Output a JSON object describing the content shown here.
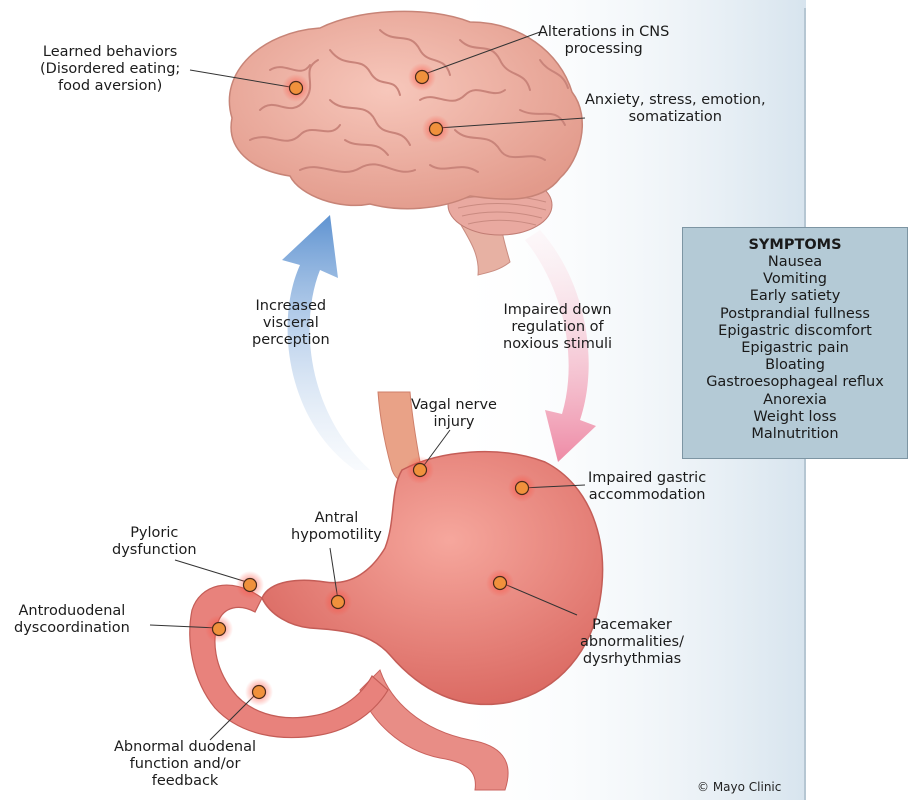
{
  "labels": {
    "learned_behaviors": [
      "Learned behaviors",
      "(Disordered eating;",
      "food aversion)"
    ],
    "cns_processing": [
      "Alterations in CNS",
      "processing"
    ],
    "anxiety": [
      "Anxiety, stress, emotion,",
      "somatization"
    ],
    "visceral": [
      "Increased",
      "visceral",
      "perception"
    ],
    "downregulation": [
      "Impaired down",
      "regulation of",
      "noxious stimuli"
    ],
    "vagal": [
      "Vagal nerve",
      "injury"
    ],
    "accommodation": [
      "Impaired gastric",
      "accommodation"
    ],
    "antral": [
      "Antral",
      "hypomotility"
    ],
    "pyloric": [
      "Pyloric",
      "dysfunction"
    ],
    "antroduodenal": [
      "Antroduodenal",
      "dyscoordination"
    ],
    "pacemaker": [
      "Pacemaker",
      "abnormalities/",
      "dysrhythmias"
    ],
    "duodenal": [
      "Abnormal duodenal",
      "function and/or",
      "feedback"
    ]
  },
  "symptoms": {
    "title": "SYMPTOMS",
    "items": [
      "Nausea",
      "Vomiting",
      "Early satiety",
      "Postprandial fullness",
      "Epigastric discomfort",
      "Epigastric pain",
      "Bloating",
      "Gastroesophageal reflux",
      "Anorexia",
      "Weight loss",
      "Malnutrition"
    ]
  },
  "credit": "© Mayo Clinic",
  "colors": {
    "brain": "#f2b4a6",
    "brain_fold": "#c9847a",
    "stomach": "#ee8b80",
    "stomach_dark": "#cc5f59",
    "esophagus": "#e8a080",
    "arrow_up": "#6f9fd6",
    "arrow_down": "#f1a3b6",
    "hotspot": "#f0913c",
    "panel": "#b4cad6",
    "bg_panel": "#dde8f0"
  }
}
